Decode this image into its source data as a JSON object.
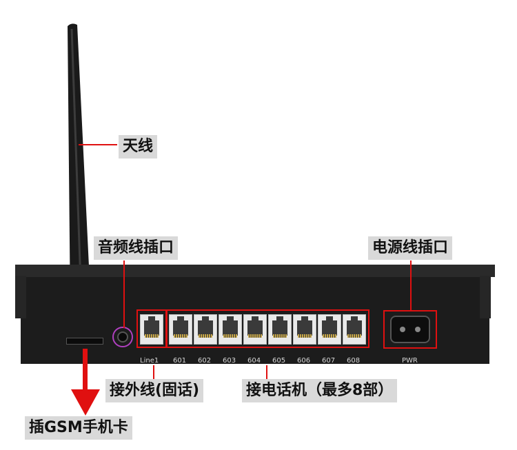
{
  "callouts": {
    "antenna": "天线",
    "audio_port": "音频线插口",
    "power_port": "电源线插口",
    "outside_line": "接外线(固话)",
    "phones": "接电话机（最多8部）",
    "sim": "插GSM手机卡"
  },
  "device": {
    "line_port_label": "Line1",
    "phone_port_labels": [
      "601",
      "602",
      "603",
      "604",
      "605",
      "606",
      "607",
      "608"
    ],
    "power_label": "PWR"
  },
  "colors": {
    "accent": "#e01010",
    "device_body": "#1c1c1c",
    "callout_bg": "#d9d9d9"
  }
}
